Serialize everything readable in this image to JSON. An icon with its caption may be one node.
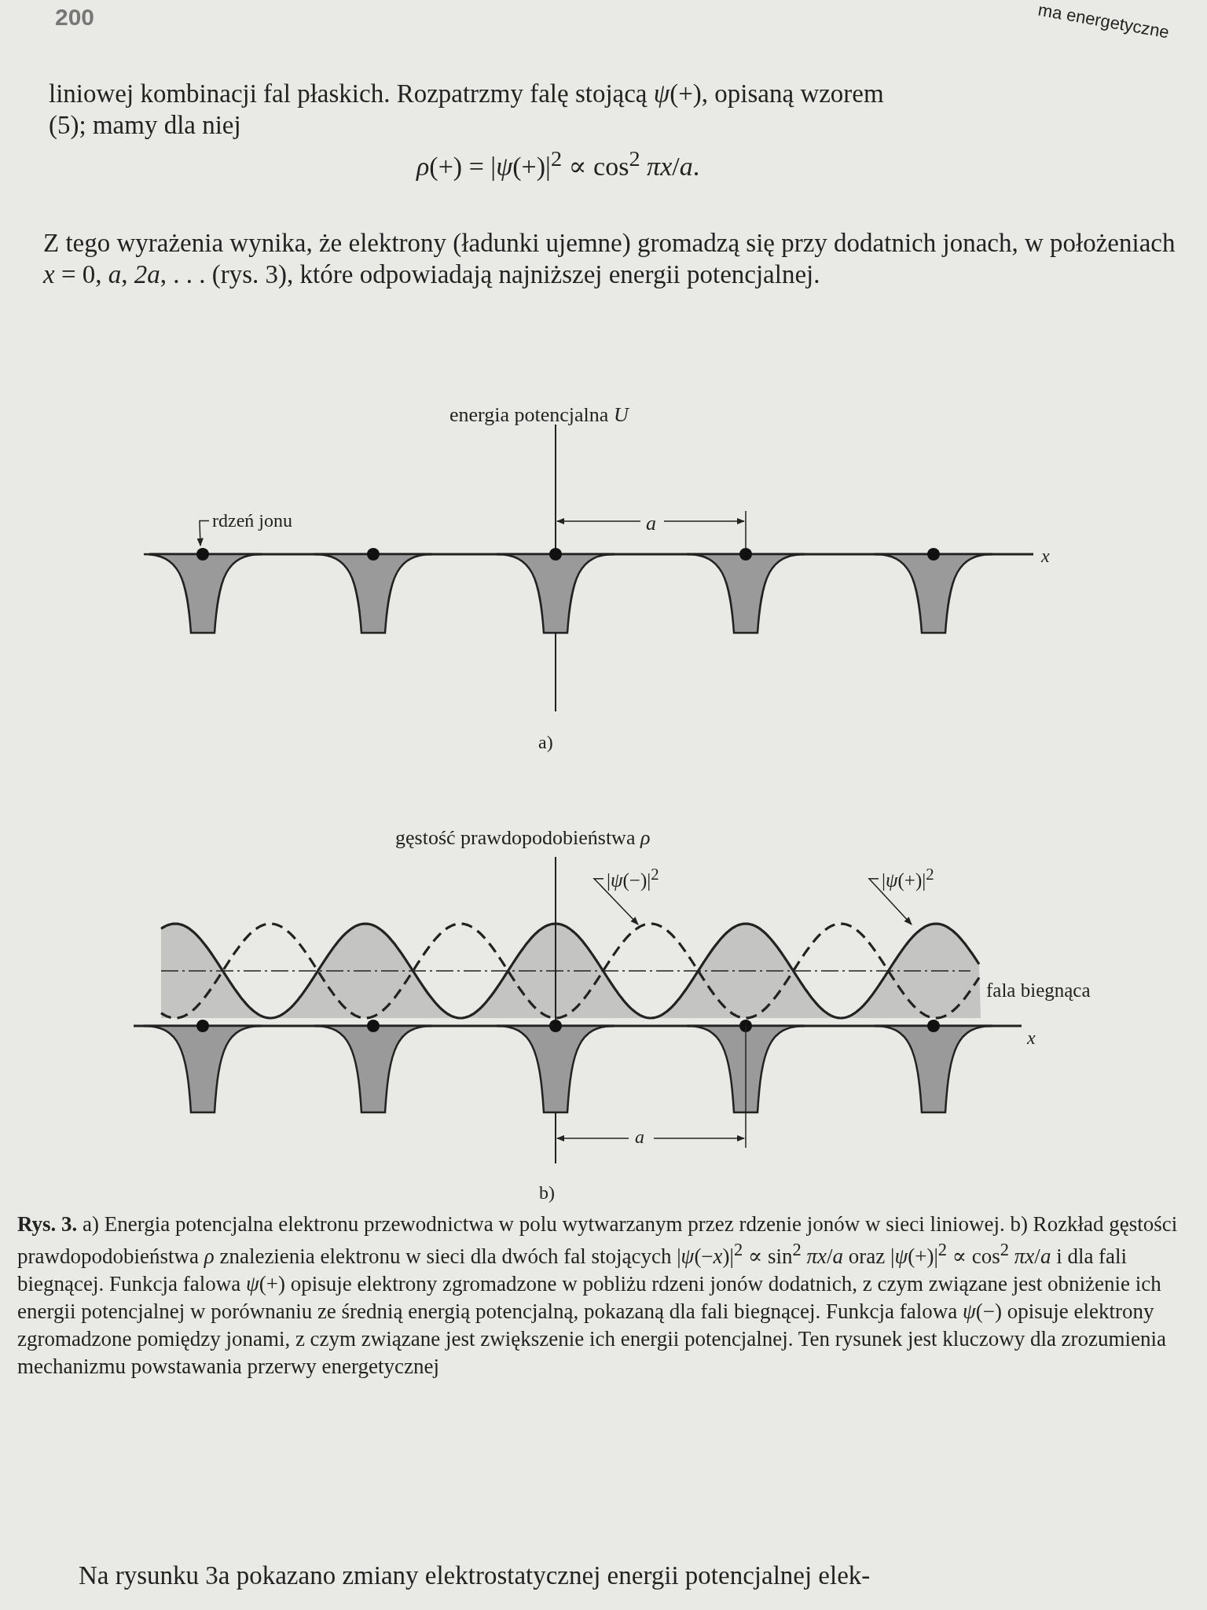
{
  "diagram": {
    "caption": "**Rys. 3.** a) Energia potencjalna elektronu przewodnictwa w polu wytwarzanym przez rdzenie jonów w sieci liniowej. b) Rozkład gęstości prawdopodobieństwa *ρ* znalezienia elektronu w sieci dla dwóch fal stojących |*ψ*(−*x*)|$^{2}$ ∝ sin$^{2}$ *πx*/*a* oraz |*ψ*(+)|$^{2}$ ∝ cos$^{2}$ *πx*/*a* i dla fali biegnącej. Funkcja falowa *ψ*(+) opisuje elektrony zgromadzone w pobliżu rdzeni jonów dodatnich, z czym związane jest obniżenie ich energii potencjalnej w porównaniu ze średnią energią potencjalną, pokazaną dla fali biegnącej. Funkcja falowa *ψ*(−) opisuje elektrony zgromadzone pomiędzy jonami, z czym związane jest zwiększenie ich energii potencjalnej. Ten rysunek jest kluczowy dla zrozumienia mechanizmu powstawania przerwy energetycznej",
    "nodes": [
      {
        "text": [
          "rdzeń jonu"
        ]
      },
      {
        "text": [],
        "shape": "circle"
      },
      {
        "text": [
          "|*ψ*(−)|$^{2}$"
        ]
      },
      {
        "text": [],
        "shape": "curve"
      },
      {
        "text": [
          "|*ψ*(+)|$^{2}$"
        ]
      },
      {
        "text": [],
        "shape": "curve"
      }
    ],
    "edges": [
      {
        "from": 0,
        "to": 1,
        "arrow": "to"
      },
      {
        "from": 2,
        "to": 3,
        "arrow": "to"
      },
      {
        "from": 4,
        "to": 5,
        "arrow": "to"
      }
    ],
    "labels": [
      "200",
      "ma energetyczne",
      "liniowej kombinacji fal płaskich. Rozpatrzmy falę stojącą *ψ*(+), opisaną wzorem (5); mamy dla niej",
      "*ρ*(+) = |*ψ*(+)|$^{2}$ ∝ cos$^{2}$ *πx*/*a*.",
      "Z tego wyrażenia wynika, że elektrony (ładunki ujemne) gromadzą się przy dodatnich jonach, w położeniach *x* = 0, *a*, *2a*, . . . (rys. 3), które odpowiadają najniższej energii potencjalnej.",
      "energia potencjalna *U*",
      "*a*",
      "*x*",
      "a)",
      "gęstość prawdopodobieństwa *ρ*",
      "fala biegnąca",
      "*x*",
      "*a*",
      "b)",
      "Na rysunku 3a pokazano zmiany elektrostatycznej energii potencjalnej elek-"
    ]
  }
}
